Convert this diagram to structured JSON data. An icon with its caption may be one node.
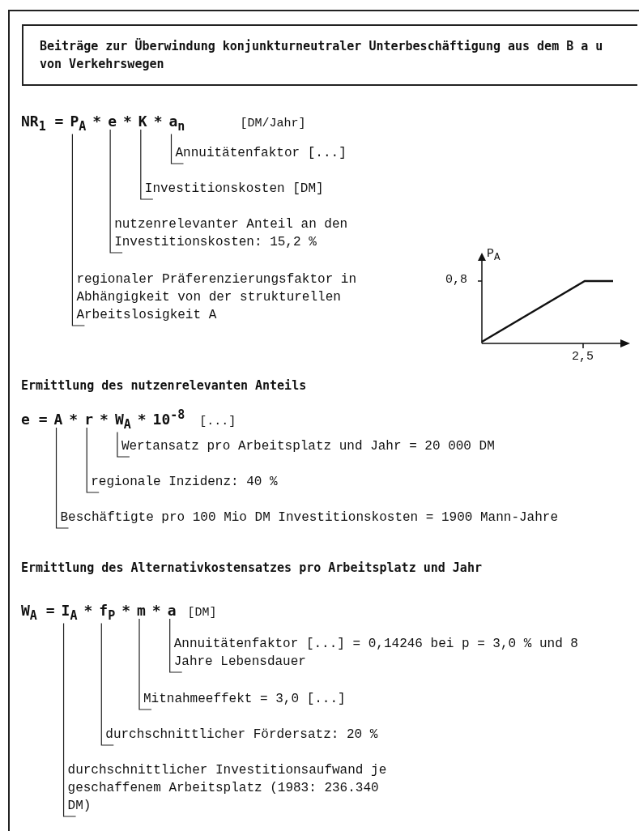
{
  "diagram": {
    "title": "Beiträge zur Überwindung konjunkturneutraler Unterbeschäftigung aus dem B a u von Verkehrswegen",
    "nodes": [
      {
        "text": [
          "P$_{A}$"
        ]
      },
      {
        "text": [
          "e"
        ]
      },
      {
        "text": [
          "K"
        ]
      },
      {
        "text": [
          "a$_{n}$"
        ]
      },
      {
        "text": [
          "Annuitätenfaktor [...]"
        ]
      },
      {
        "text": [
          "Investitionskosten [DM]"
        ]
      },
      {
        "text": [
          "nutzenrelevanter Anteil an den Investitionskosten: 15,2 %"
        ]
      },
      {
        "text": [
          "regionaler Präferenzierungsfaktor in Abhängigkeit von der strukturellen Arbeitslosigkeit A"
        ]
      },
      {
        "text": [
          "A"
        ]
      },
      {
        "text": [
          "r"
        ]
      },
      {
        "text": [
          "W$_{A}$"
        ]
      },
      {
        "text": [
          "Wertansatz pro Arbeitsplatz und Jahr = 20 000 DM"
        ]
      },
      {
        "text": [
          "regionale Inzidenz: 40 %"
        ]
      },
      {
        "text": [
          "Beschäftigte pro 100 Mio DM Investitionskosten = 1900 Mann-Jahre"
        ]
      },
      {
        "text": [
          "I$_{A}$"
        ]
      },
      {
        "text": [
          "f$_{P}$"
        ]
      },
      {
        "text": [
          "m"
        ]
      },
      {
        "text": [
          "a"
        ]
      },
      {
        "text": [
          "Annuitätenfaktor [...] = 0,14246 bei p = 3,0 % und 8 Jahre Lebensdauer"
        ]
      },
      {
        "text": [
          "Mitnahmeeffekt = 3,0 [...]"
        ]
      },
      {
        "text": [
          "durchschnittlicher Fördersatz: 20 %"
        ]
      },
      {
        "text": [
          "durchschnittlicher Investitionsaufwand je geschaffenem Arbeitsplatz (1983: 236.340 DM)"
        ]
      }
    ],
    "edges": [
      {
        "from": 4,
        "to": 3,
        "arrow": "none"
      },
      {
        "from": 5,
        "to": 2,
        "arrow": "none"
      },
      {
        "from": 6,
        "to": 1,
        "arrow": "none"
      },
      {
        "from": 7,
        "to": 0,
        "arrow": "none"
      },
      {
        "from": 11,
        "to": 10,
        "arrow": "none"
      },
      {
        "from": 12,
        "to": 9,
        "arrow": "none"
      },
      {
        "from": 13,
        "to": 8,
        "arrow": "none"
      },
      {
        "from": 18,
        "to": 17,
        "arrow": "none"
      },
      {
        "from": 19,
        "to": 16,
        "arrow": "none"
      },
      {
        "from": 20,
        "to": 15,
        "arrow": "none"
      },
      {
        "from": 21,
        "to": 14,
        "arrow": "none"
      }
    ],
    "labels": [
      "NR$_{1}$ =",
      "*",
      "*",
      "*",
      "[DM/Jahr]",
      "P$_{A}$",
      "0,8",
      "2,5",
      "Ermittlung des nutzenrelevanten Anteils",
      "e =",
      "*",
      "*",
      "*",
      "10$^{-8}$",
      "[...]",
      "Ermittlung des Alternativkostensatzes pro Arbeitsplatz und Jahr",
      "W$_{A}$ =",
      "*",
      "*",
      "*",
      "[DM]"
    ]
  }
}
